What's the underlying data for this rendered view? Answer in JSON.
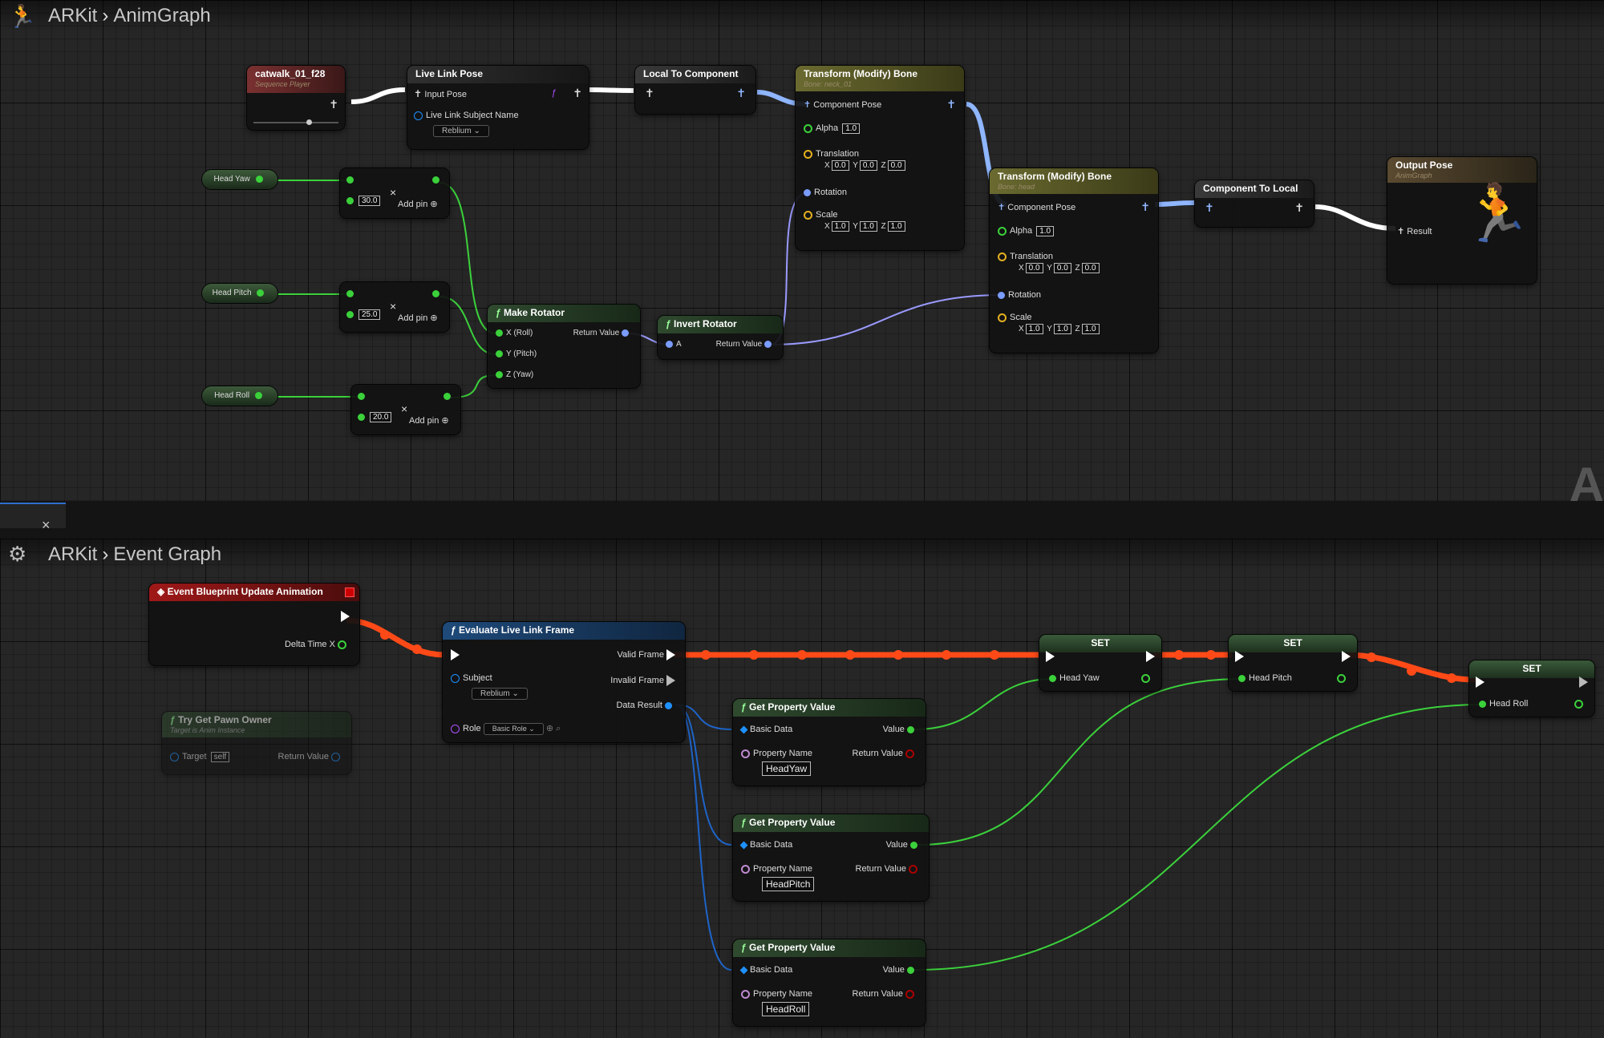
{
  "anim_graph": {
    "breadcrumb": {
      "root": "ARKit",
      "current": "AnimGraph"
    },
    "sequence_player": {
      "title": "catwalk_01_f28",
      "subtitle": "Sequence Player"
    },
    "live_link_pose": {
      "title": "Live Link Pose",
      "input_pose": "Input Pose",
      "subject_label": "Live Link Subject Name",
      "subject_value": "Reblium"
    },
    "local_to_component": {
      "title": "Local To Component"
    },
    "transform_bone_1": {
      "title": "Transform (Modify) Bone",
      "subtitle": "Bone: neck_01",
      "component_pose": "Component Pose",
      "alpha_label": "Alpha",
      "alpha": "1.0",
      "translation_label": "Translation",
      "tx": "0.0",
      "ty": "0.0",
      "tz": "0.0",
      "rotation_label": "Rotation",
      "scale_label": "Scale",
      "sx": "1.0",
      "sy": "1.0",
      "sz": "1.0"
    },
    "transform_bone_2": {
      "title": "Transform (Modify) Bone",
      "subtitle": "Bone: head",
      "component_pose": "Component Pose",
      "alpha_label": "Alpha",
      "alpha": "1.0",
      "translation_label": "Translation",
      "tx": "0.0",
      "ty": "0.0",
      "tz": "0.0",
      "rotation_label": "Rotation",
      "scale_label": "Scale",
      "sx": "1.0",
      "sy": "1.0",
      "sz": "1.0"
    },
    "component_to_local": {
      "title": "Component To Local"
    },
    "output_pose": {
      "title": "Output Pose",
      "subtitle": "AnimGraph",
      "result": "Result"
    },
    "vars": {
      "yaw": "Head Yaw",
      "pitch": "Head Pitch",
      "roll": "Head Roll"
    },
    "multiply_nodes": [
      {
        "value": "30.0",
        "add_pin": "Add pin"
      },
      {
        "value": "25.0",
        "add_pin": "Add pin"
      },
      {
        "value": "20.0",
        "add_pin": "Add pin"
      }
    ],
    "make_rotator": {
      "title": "Make Rotator",
      "x": "X (Roll)",
      "y": "Y (Pitch)",
      "z": "Z (Yaw)",
      "ret": "Return Value"
    },
    "invert_rotator": {
      "title": "Invert Rotator",
      "a": "A",
      "ret": "Return Value"
    },
    "x_axis": "X",
    "y_axis": "Y",
    "z_axis": "Z"
  },
  "event_graph": {
    "breadcrumb": {
      "root": "ARKit",
      "current": "Event Graph"
    },
    "tab_close": "×",
    "update_anim": {
      "title": "Event Blueprint Update Animation",
      "delta": "Delta Time X"
    },
    "try_get_pawn": {
      "title": "Try Get Pawn Owner",
      "subtitle": "Target is Anim Instance",
      "target": "Target",
      "self": "self",
      "ret": "Return Value"
    },
    "evaluate": {
      "title": "Evaluate Live Link Frame",
      "valid": "Valid Frame",
      "invalid": "Invalid Frame",
      "subject": "Subject",
      "subject_value": "Reblium",
      "data_result": "Data Result",
      "role": "Role",
      "role_value": "Basic Role"
    },
    "get_props": [
      {
        "title": "Get Property Value",
        "basic": "Basic Data",
        "value": "Value",
        "prop_label": "Property Name",
        "ret": "Return Value",
        "prop": "HeadYaw"
      },
      {
        "title": "Get Property Value",
        "basic": "Basic Data",
        "value": "Value",
        "prop_label": "Property Name",
        "ret": "Return Value",
        "prop": "HeadPitch"
      },
      {
        "title": "Get Property Value",
        "basic": "Basic Data",
        "value": "Value",
        "prop_label": "Property Name",
        "ret": "Return Value",
        "prop": "HeadRoll"
      }
    ],
    "sets": [
      {
        "title": "SET",
        "var": "Head Yaw"
      },
      {
        "title": "SET",
        "var": "Head Pitch"
      },
      {
        "title": "SET",
        "var": "Head Roll"
      }
    ]
  }
}
